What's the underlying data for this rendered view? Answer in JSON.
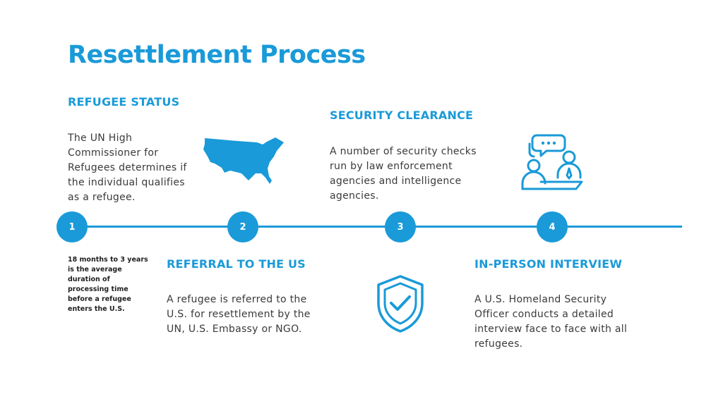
{
  "title": "Resettlement Process",
  "colors": {
    "accent": "#1a9ad8",
    "text": "#3a3a3a",
    "note": "#1f1f1f"
  },
  "steps": [
    {
      "number": "1",
      "heading": "REFUGEE STATUS",
      "text": "The UN High Commissioner for Refugees determines if the individual qualifies as a refugee.",
      "icon": "us-map-icon"
    },
    {
      "number": "2",
      "heading": "REFERRAL TO THE US",
      "text": "A refugee is referred to the U.S. for resettlement by the UN, U.S. Embassy or NGO."
    },
    {
      "number": "3",
      "heading": "SECURITY CLEARANCE",
      "text": "A number of security checks run by law enforcement agencies and intelligence agencies.",
      "icon": "shield-check-icon"
    },
    {
      "number": "4",
      "heading": "IN-PERSON INTERVIEW",
      "text": "A U.S. Homeland Security Officer conducts a detailed interview face to face with all refugees.",
      "icon": "interview-icon"
    }
  ],
  "note": "18 months to 3 years is the average duration of processing time before a refugee enters the U.S."
}
